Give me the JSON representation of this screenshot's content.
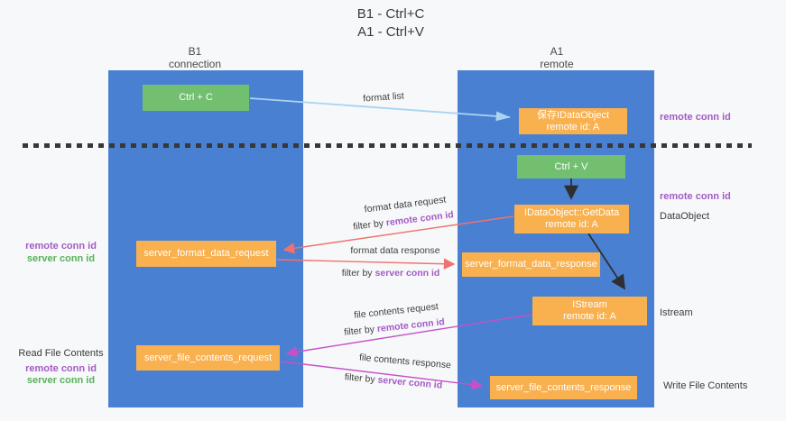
{
  "title": {
    "line1": "B1 - Ctrl+C",
    "line2": "A1 - Ctrl+V"
  },
  "lanes": {
    "left": {
      "name": "B1",
      "role": "connection"
    },
    "right": {
      "name": "A1",
      "role": "remote"
    }
  },
  "boxes": {
    "ctrl_c": {
      "label": "Ctrl + C"
    },
    "ctrl_v": {
      "label": "Ctrl + V"
    },
    "save_dataobject": {
      "line1": "保存IDataObject",
      "line2": "remote id: A"
    },
    "getdata": {
      "line1": "IDataObject::GetData",
      "line2": "remote id: A"
    },
    "istream": {
      "line1": "IStream",
      "line2": "remote id: A"
    },
    "format_request": {
      "label": "server_format_data_request"
    },
    "format_response": {
      "label": "server_format_data_response"
    },
    "file_request": {
      "label": "server_file_contents_request"
    },
    "file_response": {
      "label": "server_file_contents_response"
    }
  },
  "flow_labels": {
    "format_list": "format list",
    "format_data_request": "format data request",
    "format_data_response": "format data response",
    "file_contents_request": "file contents request",
    "file_contents_response": "file contents response",
    "filter_prefix": "filter by",
    "remote_conn_id": "remote conn id",
    "server_conn_id": "server conn id"
  },
  "side_labels": {
    "right_top_remote_conn_id": "remote conn id",
    "right_mid_remote_conn_id": "remote conn id",
    "right_dataobject": "DataObject",
    "right_istream": "Istream",
    "right_write_file_contents": "Write File Contents",
    "left_format_remote_conn_id": "remote conn id",
    "left_format_server_conn_id": "server conn id",
    "left_read_file_contents": "Read File Contents",
    "left_file_remote_conn_id": "remote conn id",
    "left_file_server_conn_id": "server conn id"
  },
  "colors": {
    "lane_blue": "#4a80d2",
    "box_orange": "#f9b04e",
    "box_green": "#72bf70",
    "arrow_salmon": "#ee7370",
    "arrow_magenta": "#c750c7",
    "arrow_light_blue": "#a9d4f0",
    "arrow_black": "#2f2f2f",
    "text_purple": "#a35bc5",
    "text_green": "#58b15c"
  }
}
